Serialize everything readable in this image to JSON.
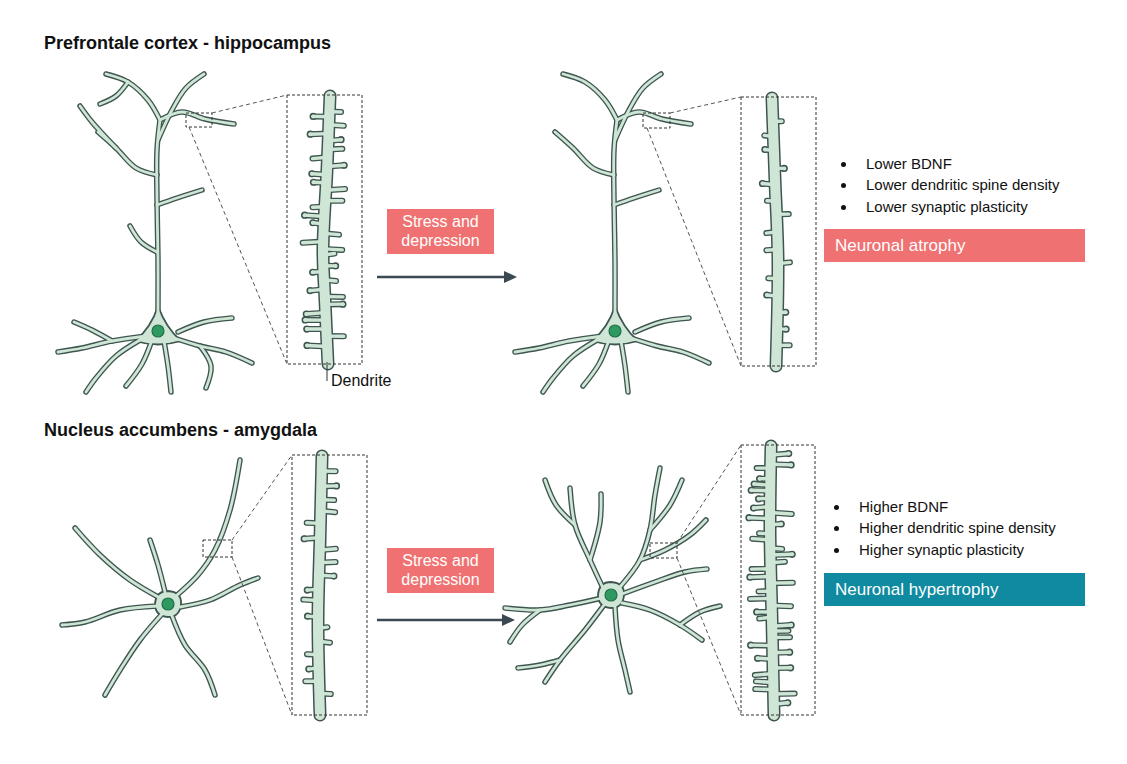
{
  "diagram": {
    "nodes": [
      {
        "text": [
          "Stress and depression"
        ]
      },
      {
        "text": [
          "Neuronal atrophy"
        ]
      },
      {
        "text": [
          "Stress and depression"
        ]
      },
      {
        "text": [
          "Neuronal hypertrophy"
        ]
      }
    ],
    "labels": [
      "Prefrontale cortex - hippocampus",
      "Dendrite",
      "Lower BDNF",
      "Lower dendritic spine density",
      "Lower synaptic plasticity",
      "Nucleus accumbens - amygdala",
      "Higher BDNF",
      "Higher dendritic spine density",
      "Higher synaptic plasticity"
    ]
  }
}
